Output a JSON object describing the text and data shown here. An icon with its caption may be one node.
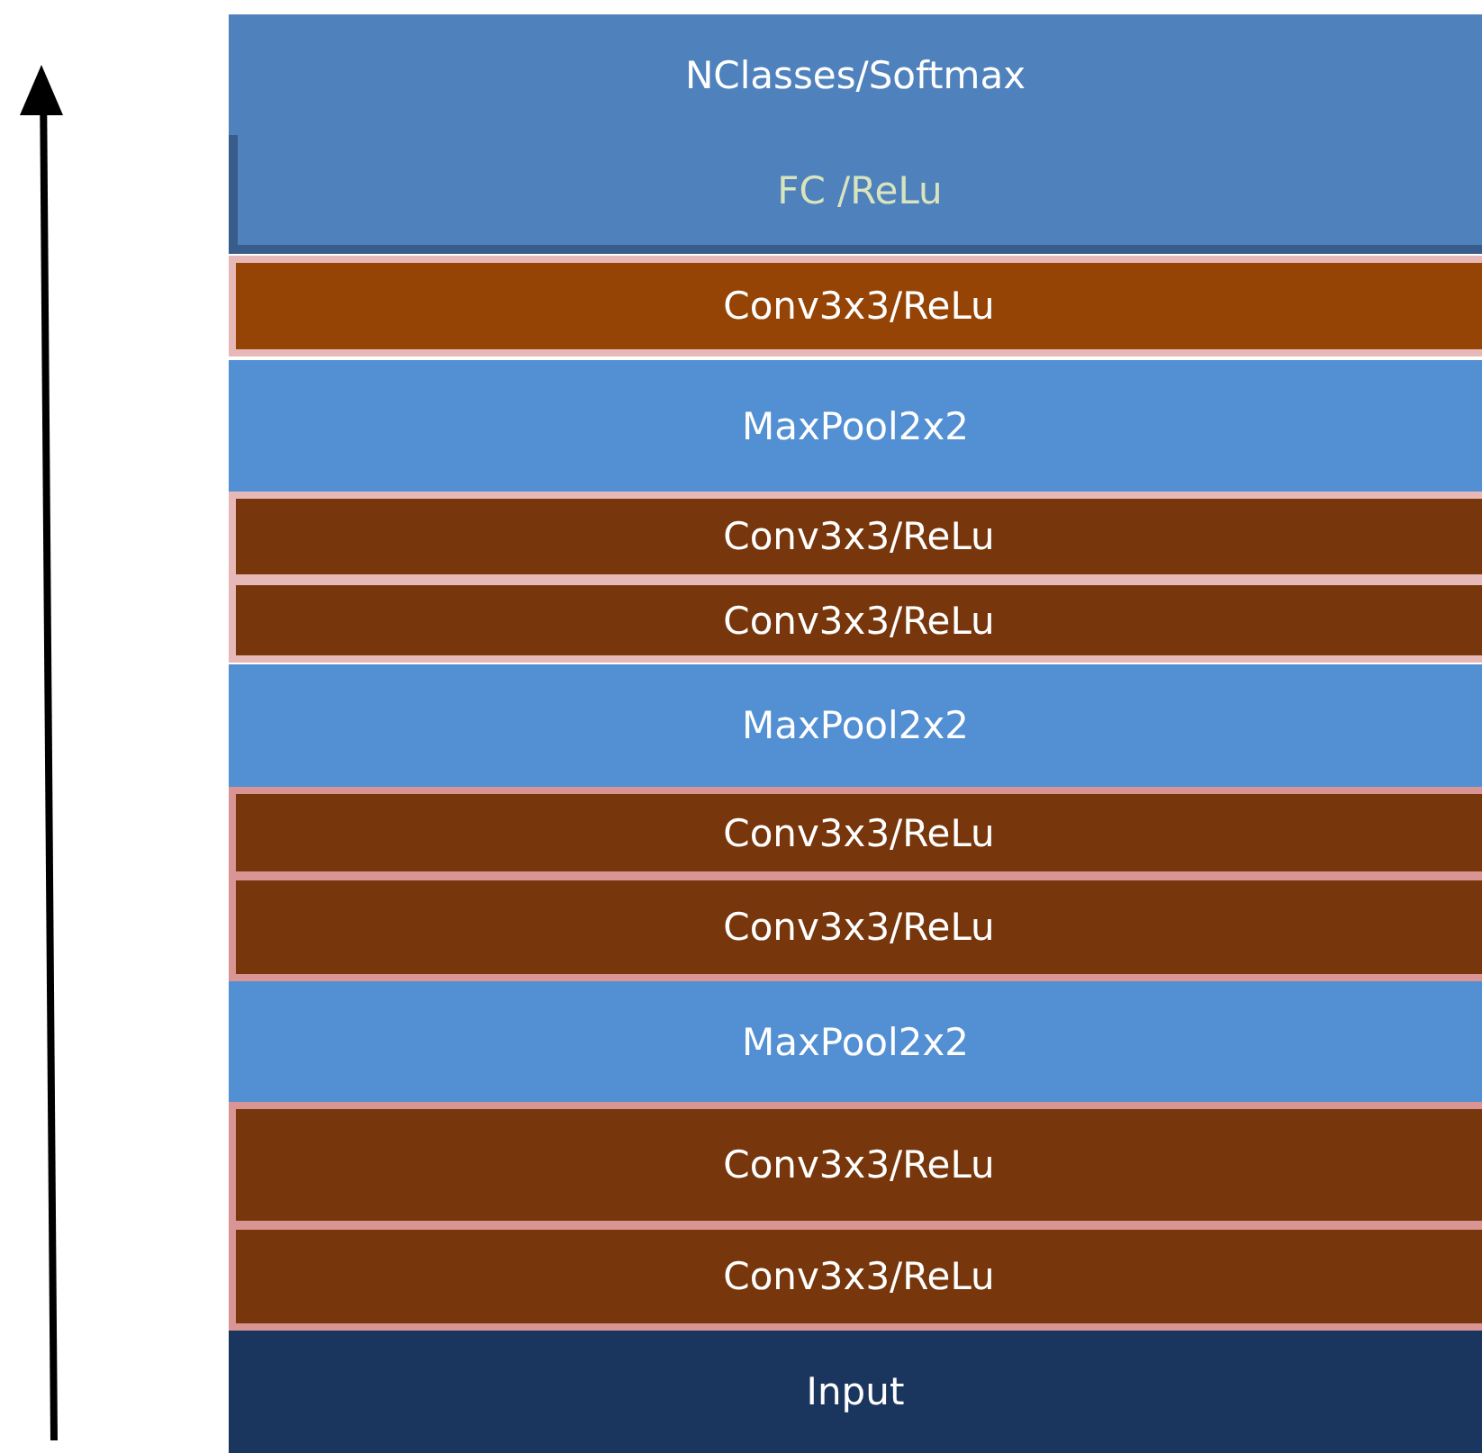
{
  "diagram": {
    "nodes": [
      {
        "text": [
          "NClasses/Softmax"
        ]
      },
      {
        "text": [
          "FC /ReLu"
        ]
      },
      {
        "text": [
          "Conv3x3/ReLu"
        ]
      },
      {
        "text": [
          "MaxPool2x2"
        ]
      },
      {
        "text": [
          "Conv3x3/ReLu"
        ]
      },
      {
        "text": [
          "Conv3x3/ReLu"
        ]
      },
      {
        "text": [
          "MaxPool2x2"
        ]
      },
      {
        "text": [
          "Conv3x3/ReLu"
        ]
      },
      {
        "text": [
          "Conv3x3/ReLu"
        ]
      },
      {
        "text": [
          "MaxPool2x2"
        ]
      },
      {
        "text": [
          "Conv3x3/ReLu"
        ]
      },
      {
        "text": [
          "Conv3x3/ReLu"
        ]
      },
      {
        "text": [
          "Input"
        ]
      }
    ]
  }
}
